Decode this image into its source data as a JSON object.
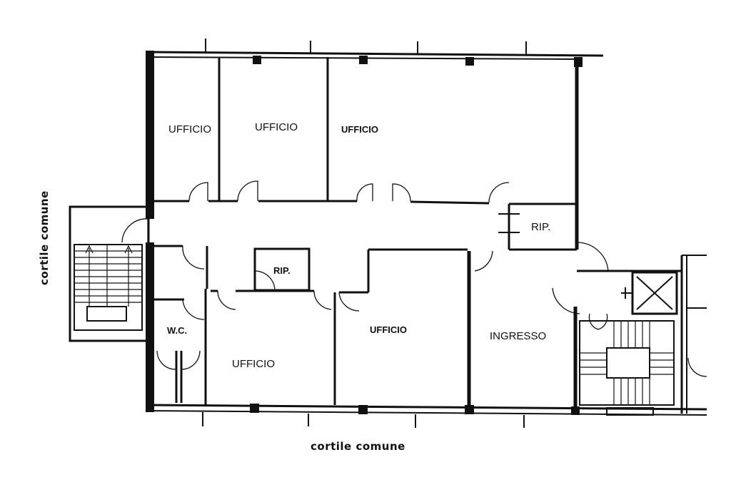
{
  "rooms": {
    "ufficio_1": "UFFICIO",
    "ufficio_2": "UFFICIO",
    "ufficio_3": "UFFICIO",
    "ufficio_4": "UFFICIO",
    "ufficio_5": "UFFICIO",
    "rip_1": "RIP.",
    "rip_2": "RIP.",
    "wc": "W.C.",
    "ingresso": "INGRESSO"
  },
  "exterior": {
    "left": "cortile comune",
    "bottom": "cortile comune"
  }
}
